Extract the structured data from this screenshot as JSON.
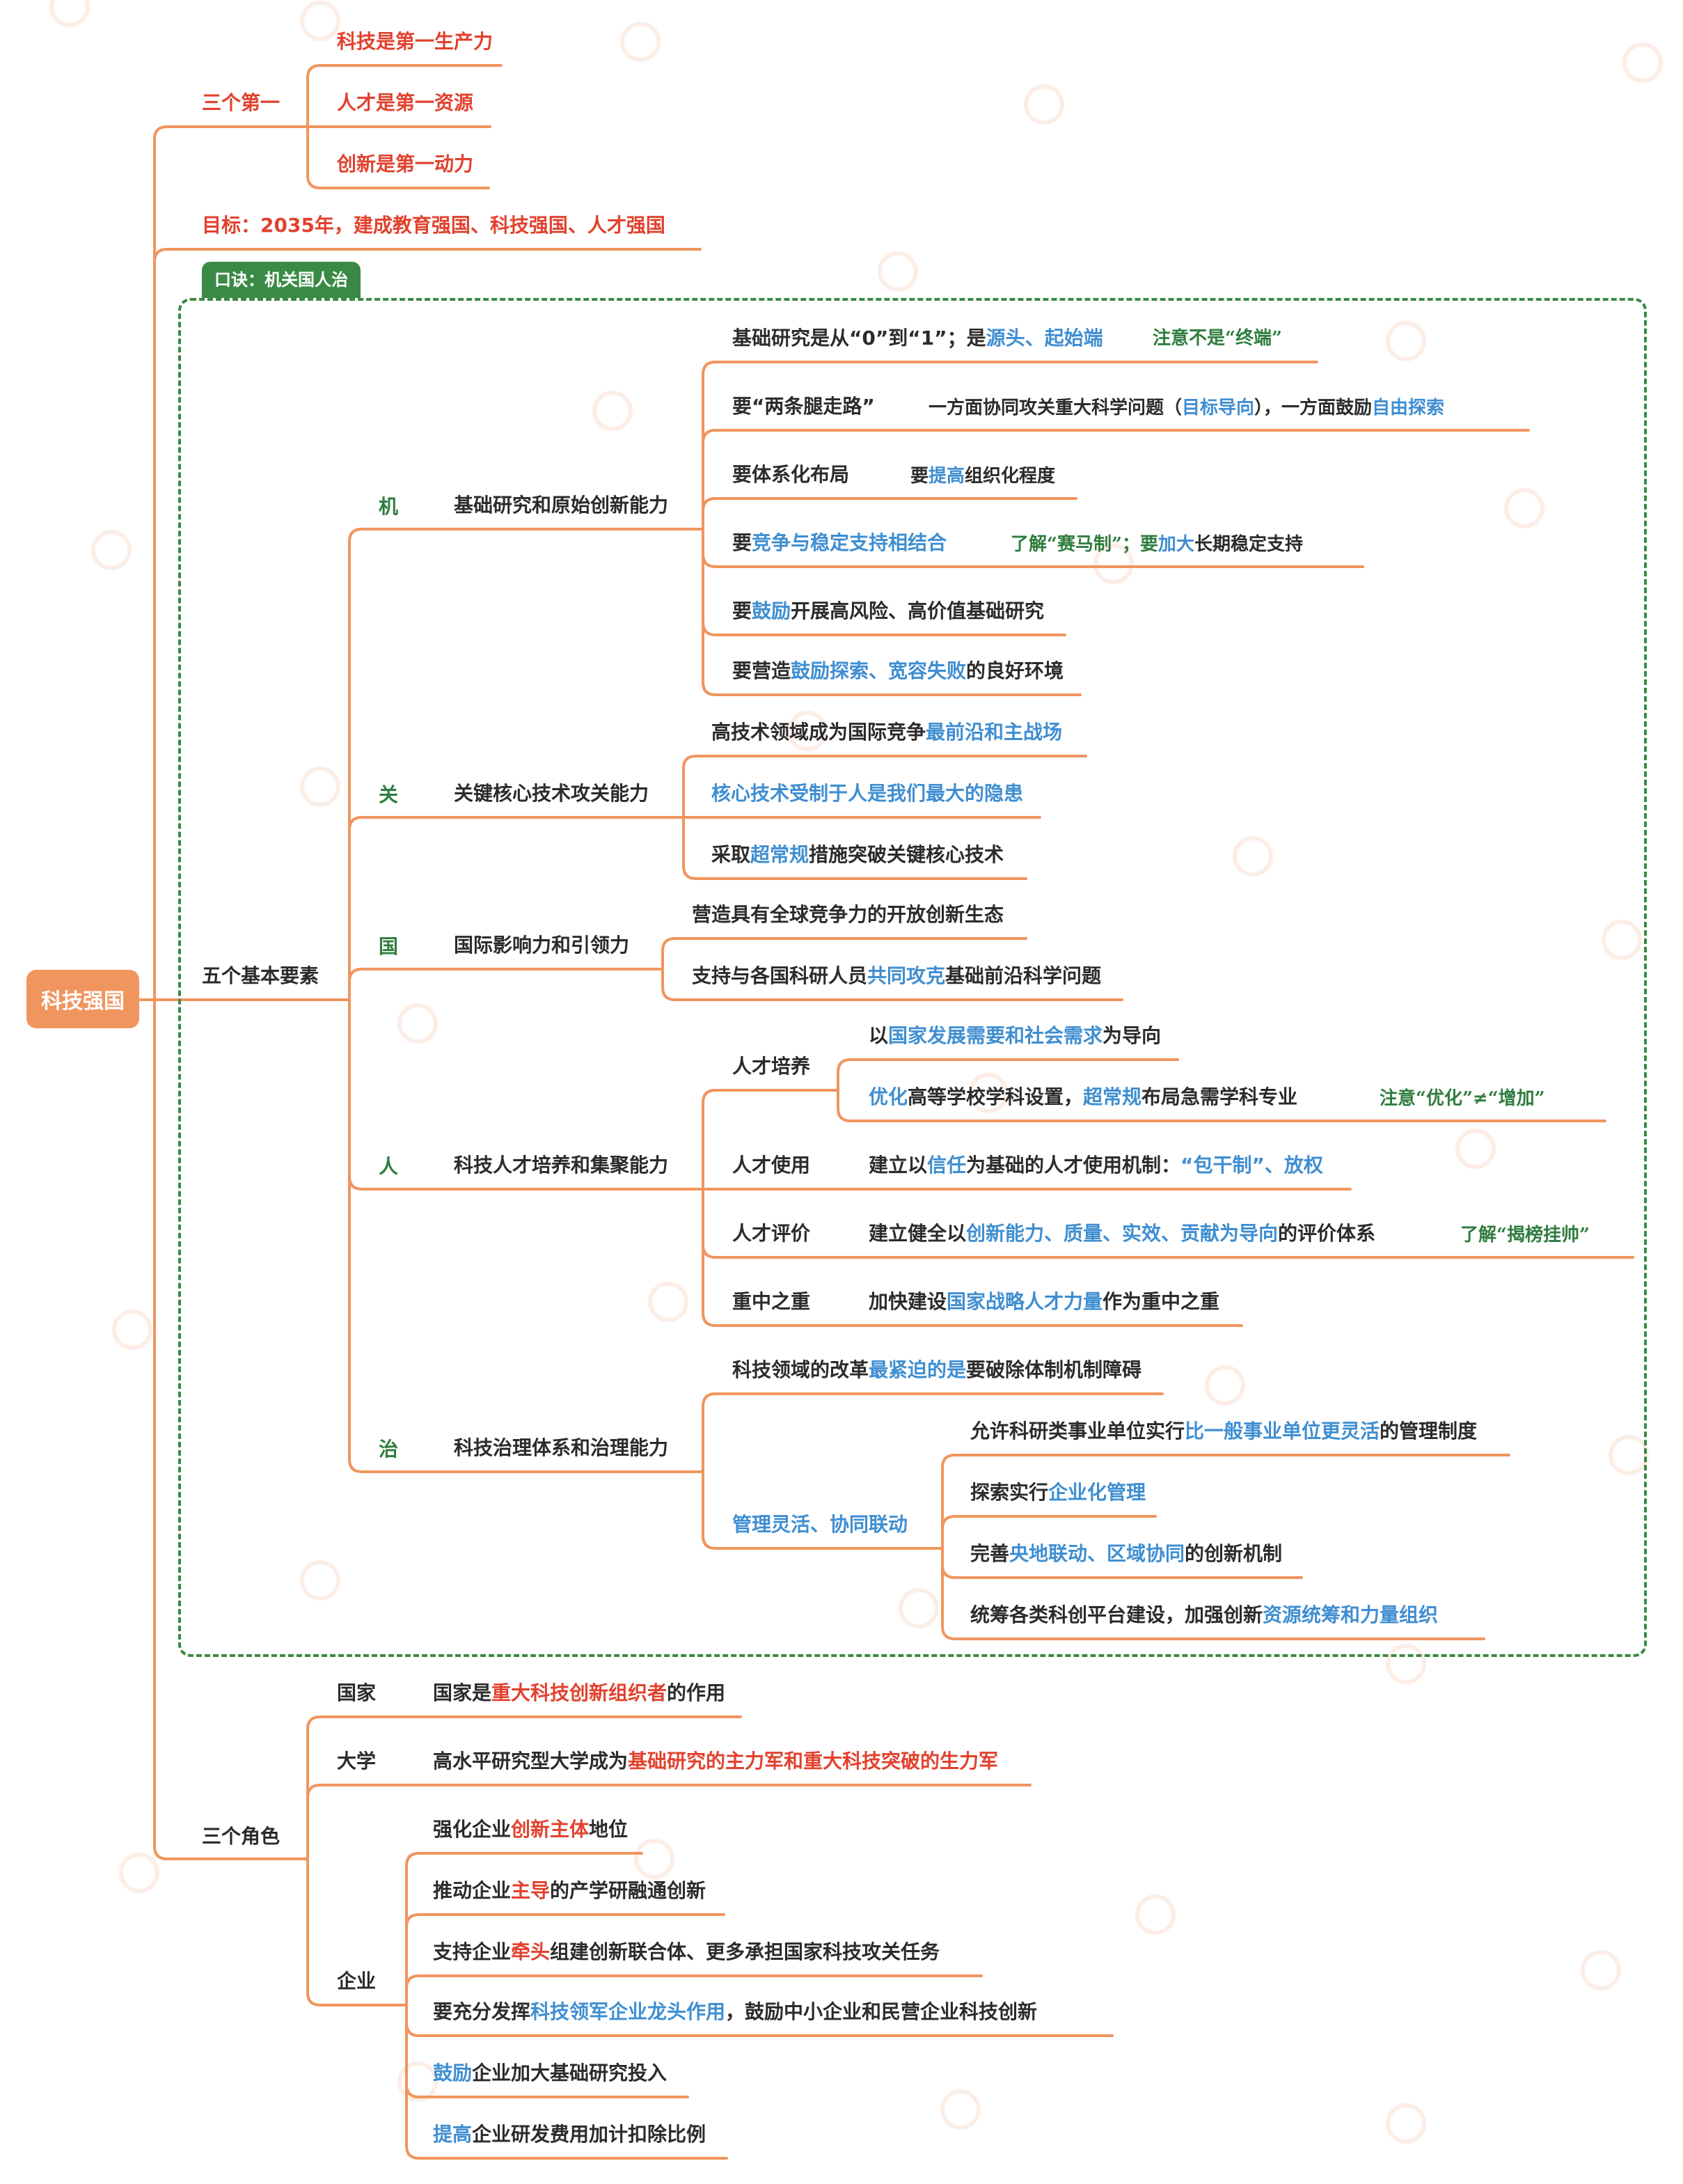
{
  "root": "科技强国",
  "three_firsts": {
    "label": "三个第一",
    "items": [
      "科技是第一生产力",
      "人才是第一资源",
      "创新是第一动力"
    ]
  },
  "goal": "目标：2035年，建成教育强国、科技强国、人才强国",
  "mnemonic": "口诀：机关国人治",
  "five_elements": {
    "label": "五个基本要素",
    "ji": {
      "tag": "机",
      "label": "基础研究和原始创新能力",
      "i1": {
        "a": "基础研究是从“0”到“1”；是",
        "b": "源头、起始端",
        "note": "注意不是“终端”"
      },
      "i2": {
        "a": "要“两条腿走路”",
        "n1": "一方面协同攻关重大科学问题（",
        "n2": "目标导向",
        "n3": "），一方面鼓励",
        "n4": "自由探索"
      },
      "i3": {
        "a": "要体系化布局",
        "n1": "要",
        "n2": "提高",
        "n3": "组织化程度"
      },
      "i4": {
        "a": "要",
        "b": "竞争与稳定支持相结合",
        "n1": "了解“赛马制”；要",
        "n2": "加大",
        "n3": "长期稳定支持"
      },
      "i5": {
        "a": "要",
        "b": "鼓励",
        "c": "开展高风险、高价值基础研究"
      },
      "i6": {
        "a": "要营造",
        "b": "鼓励探索、宽容失败",
        "c": "的良好环境"
      }
    },
    "guan": {
      "tag": "关",
      "label": "关键核心技术攻关能力",
      "i1": {
        "a": "高技术领域成为国际竞争",
        "b": "最前沿和主战场"
      },
      "i2": {
        "b": "核心技术受制于人是我们最大的隐患"
      },
      "i3": {
        "a": "采取",
        "b": "超常规",
        "c": "措施突破关键核心技术"
      }
    },
    "guo": {
      "tag": "国",
      "label": "国际影响力和引领力",
      "i1": {
        "a": "营造具有全球竞争力的开放创新生态"
      },
      "i2": {
        "a": "支持与各国科研人员",
        "b": "共同攻克",
        "c": "基础前沿科学问题"
      }
    },
    "ren": {
      "tag": "人",
      "label": "科技人才培养和集聚能力",
      "peiyang": {
        "label": "人才培养",
        "i1": {
          "a": "以",
          "b": "国家发展需要和社会需求",
          "c": "为导向"
        },
        "i2": {
          "b1": "优化",
          "a": "高等学校学科设置，",
          "b2": "超常规",
          "c": "布局急需学科专业",
          "note": "注意“优化”≠“增加”"
        }
      },
      "shiyong": {
        "label": "人才使用",
        "a": "建立以",
        "b1": "信任",
        "c": "为基础的人才使用机制：",
        "b2": "“包干制”、放权"
      },
      "pingjia": {
        "label": "人才评价",
        "a": "建立健全以",
        "b": "创新能力、质量、实效、贡献为导向",
        "c": "的评价体系",
        "note": "了解“揭榜挂帅”"
      },
      "zhongzhong": {
        "label": "重中之重",
        "a": "加快建设",
        "b": "国家战略人才力量",
        "c": "作为重中之重"
      }
    },
    "zhi": {
      "tag": "治",
      "label": "科技治理体系和治理能力",
      "i1": {
        "a": "科技领域的改革",
        "b": "最紧迫的是",
        "c": "要破除体制机制障碍"
      },
      "guanli": {
        "label": "管理灵活、协同联动",
        "i1": {
          "a": "允许科研类事业单位实行",
          "b": "比一般事业单位更灵活",
          "c": "的管理制度"
        },
        "i2": {
          "a": "探索实行",
          "b": "企业化管理"
        },
        "i3": {
          "a": "完善",
          "b": "央地联动、区域协同",
          "c": "的创新机制"
        },
        "i4": {
          "a": "统筹各类科创平台建设，加强创新",
          "b": "资源统筹和力量组织"
        }
      }
    }
  },
  "three_roles": {
    "label": "三个角色",
    "guojia": {
      "label": "国家",
      "a": "国家是",
      "b": "重大科技创新组织者",
      "c": "的作用"
    },
    "daxue": {
      "label": "大学",
      "a": "高水平研究型大学成为",
      "b": "基础研究的主力军和重大科技突破的生力军"
    },
    "qiye": {
      "label": "企业",
      "i1": {
        "a": "强化企业",
        "b": "创新主体",
        "c": "地位"
      },
      "i2": {
        "a": "推动企业",
        "b": "主导",
        "c": "的产学研融通创新"
      },
      "i3": {
        "a": "支持企业",
        "b": "牵头",
        "c": "组建创新联合体、更多承担国家科技攻关任务"
      },
      "i4": {
        "a": "要充分发挥",
        "b": "科技领军企业龙头作用",
        "c": "，鼓励中小企业和民营企业科技创新"
      },
      "i5": {
        "b": "鼓励",
        "c": "企业加大基础研究投入"
      },
      "i6": {
        "b": "提高",
        "c": "企业研发费用加计扣除比例"
      }
    }
  },
  "colors": {
    "branch": "#f0955e",
    "root_fill": "#f0955e",
    "red": "#e2412e",
    "blue": "#3f8ed1",
    "green": "#2f7d3f",
    "watermark": "#f6cdb6"
  }
}
